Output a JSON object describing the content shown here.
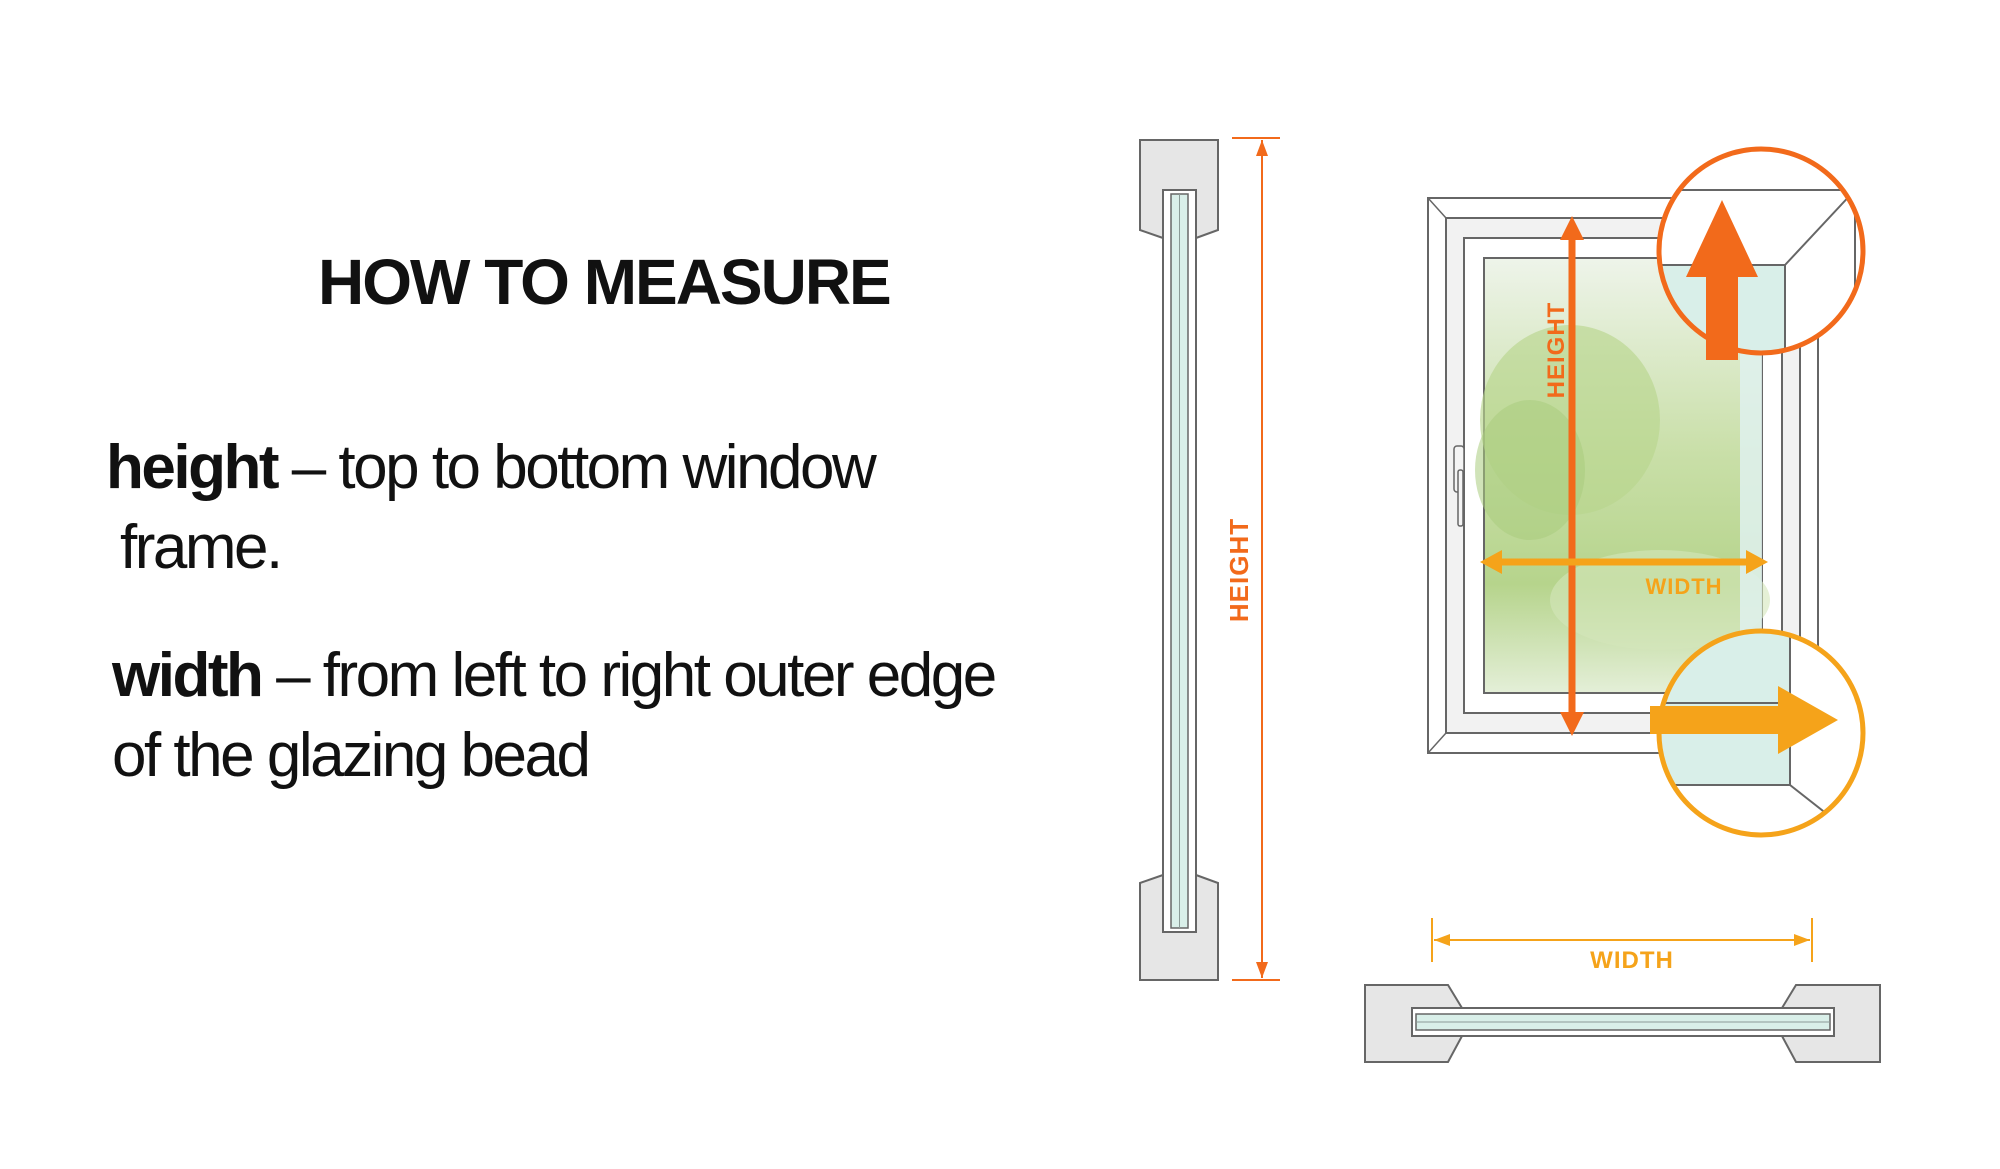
{
  "heading": "HOW TO MEASURE",
  "definitions": {
    "height": {
      "term": "height",
      "text_line1": " – top to bottom window",
      "text_line2": "frame."
    },
    "width": {
      "term": "width",
      "text_line1": " – from left to right outer edge",
      "text_line2": "of the glazing bead"
    }
  },
  "diagram_labels": {
    "side_height": "HEIGHT",
    "window_height": "HEIGHT",
    "window_width": "WIDTH",
    "bottom_width": "WIDTH"
  },
  "colors": {
    "height_orange": "#f26a1b",
    "width_amber": "#f5a31a",
    "frame_gray": "#e6e6e6",
    "outline": "#666666",
    "glass": "#d9efe9"
  }
}
